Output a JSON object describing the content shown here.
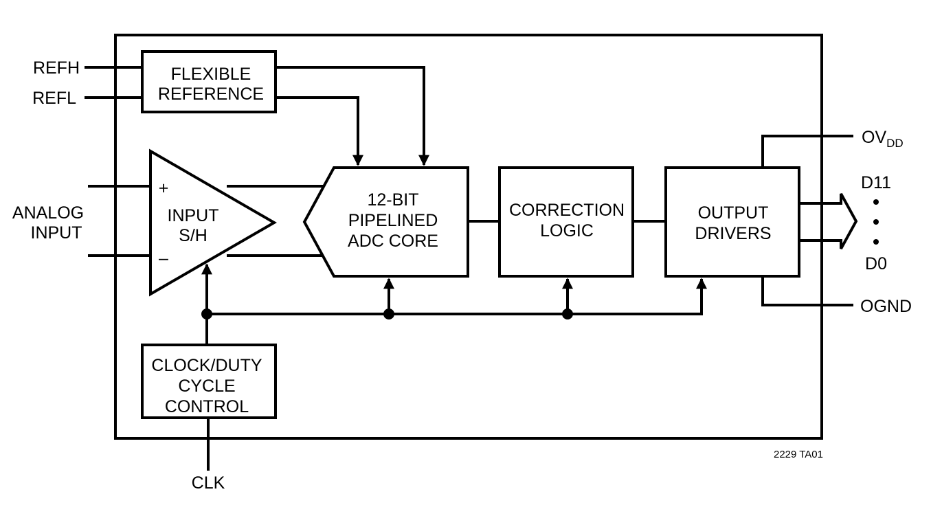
{
  "pins": {
    "refh": "REFH",
    "refl": "REFL",
    "analog_input_line1": "ANALOG",
    "analog_input_line2": "INPUT",
    "clk": "CLK",
    "ovdd_main": "OV",
    "ovdd_sub": "DD",
    "d11": "D11",
    "d0": "D0",
    "ognd": "OGND"
  },
  "blocks": {
    "flexible_reference": [
      "FLEXIBLE",
      "REFERENCE"
    ],
    "input_sh": [
      "INPUT",
      "S/H"
    ],
    "adc_core": [
      "12-BIT",
      "PIPELINED",
      "ADC CORE"
    ],
    "correction_logic": [
      "CORRECTION",
      "LOGIC"
    ],
    "output_drivers": [
      "OUTPUT",
      "DRIVERS"
    ],
    "clock_duty_cycle": [
      "CLOCK/DUTY",
      "CYCLE",
      "CONTROL"
    ]
  },
  "amp_signs": {
    "plus": "+",
    "minus": "–"
  },
  "figure_code": "2229 TA01"
}
